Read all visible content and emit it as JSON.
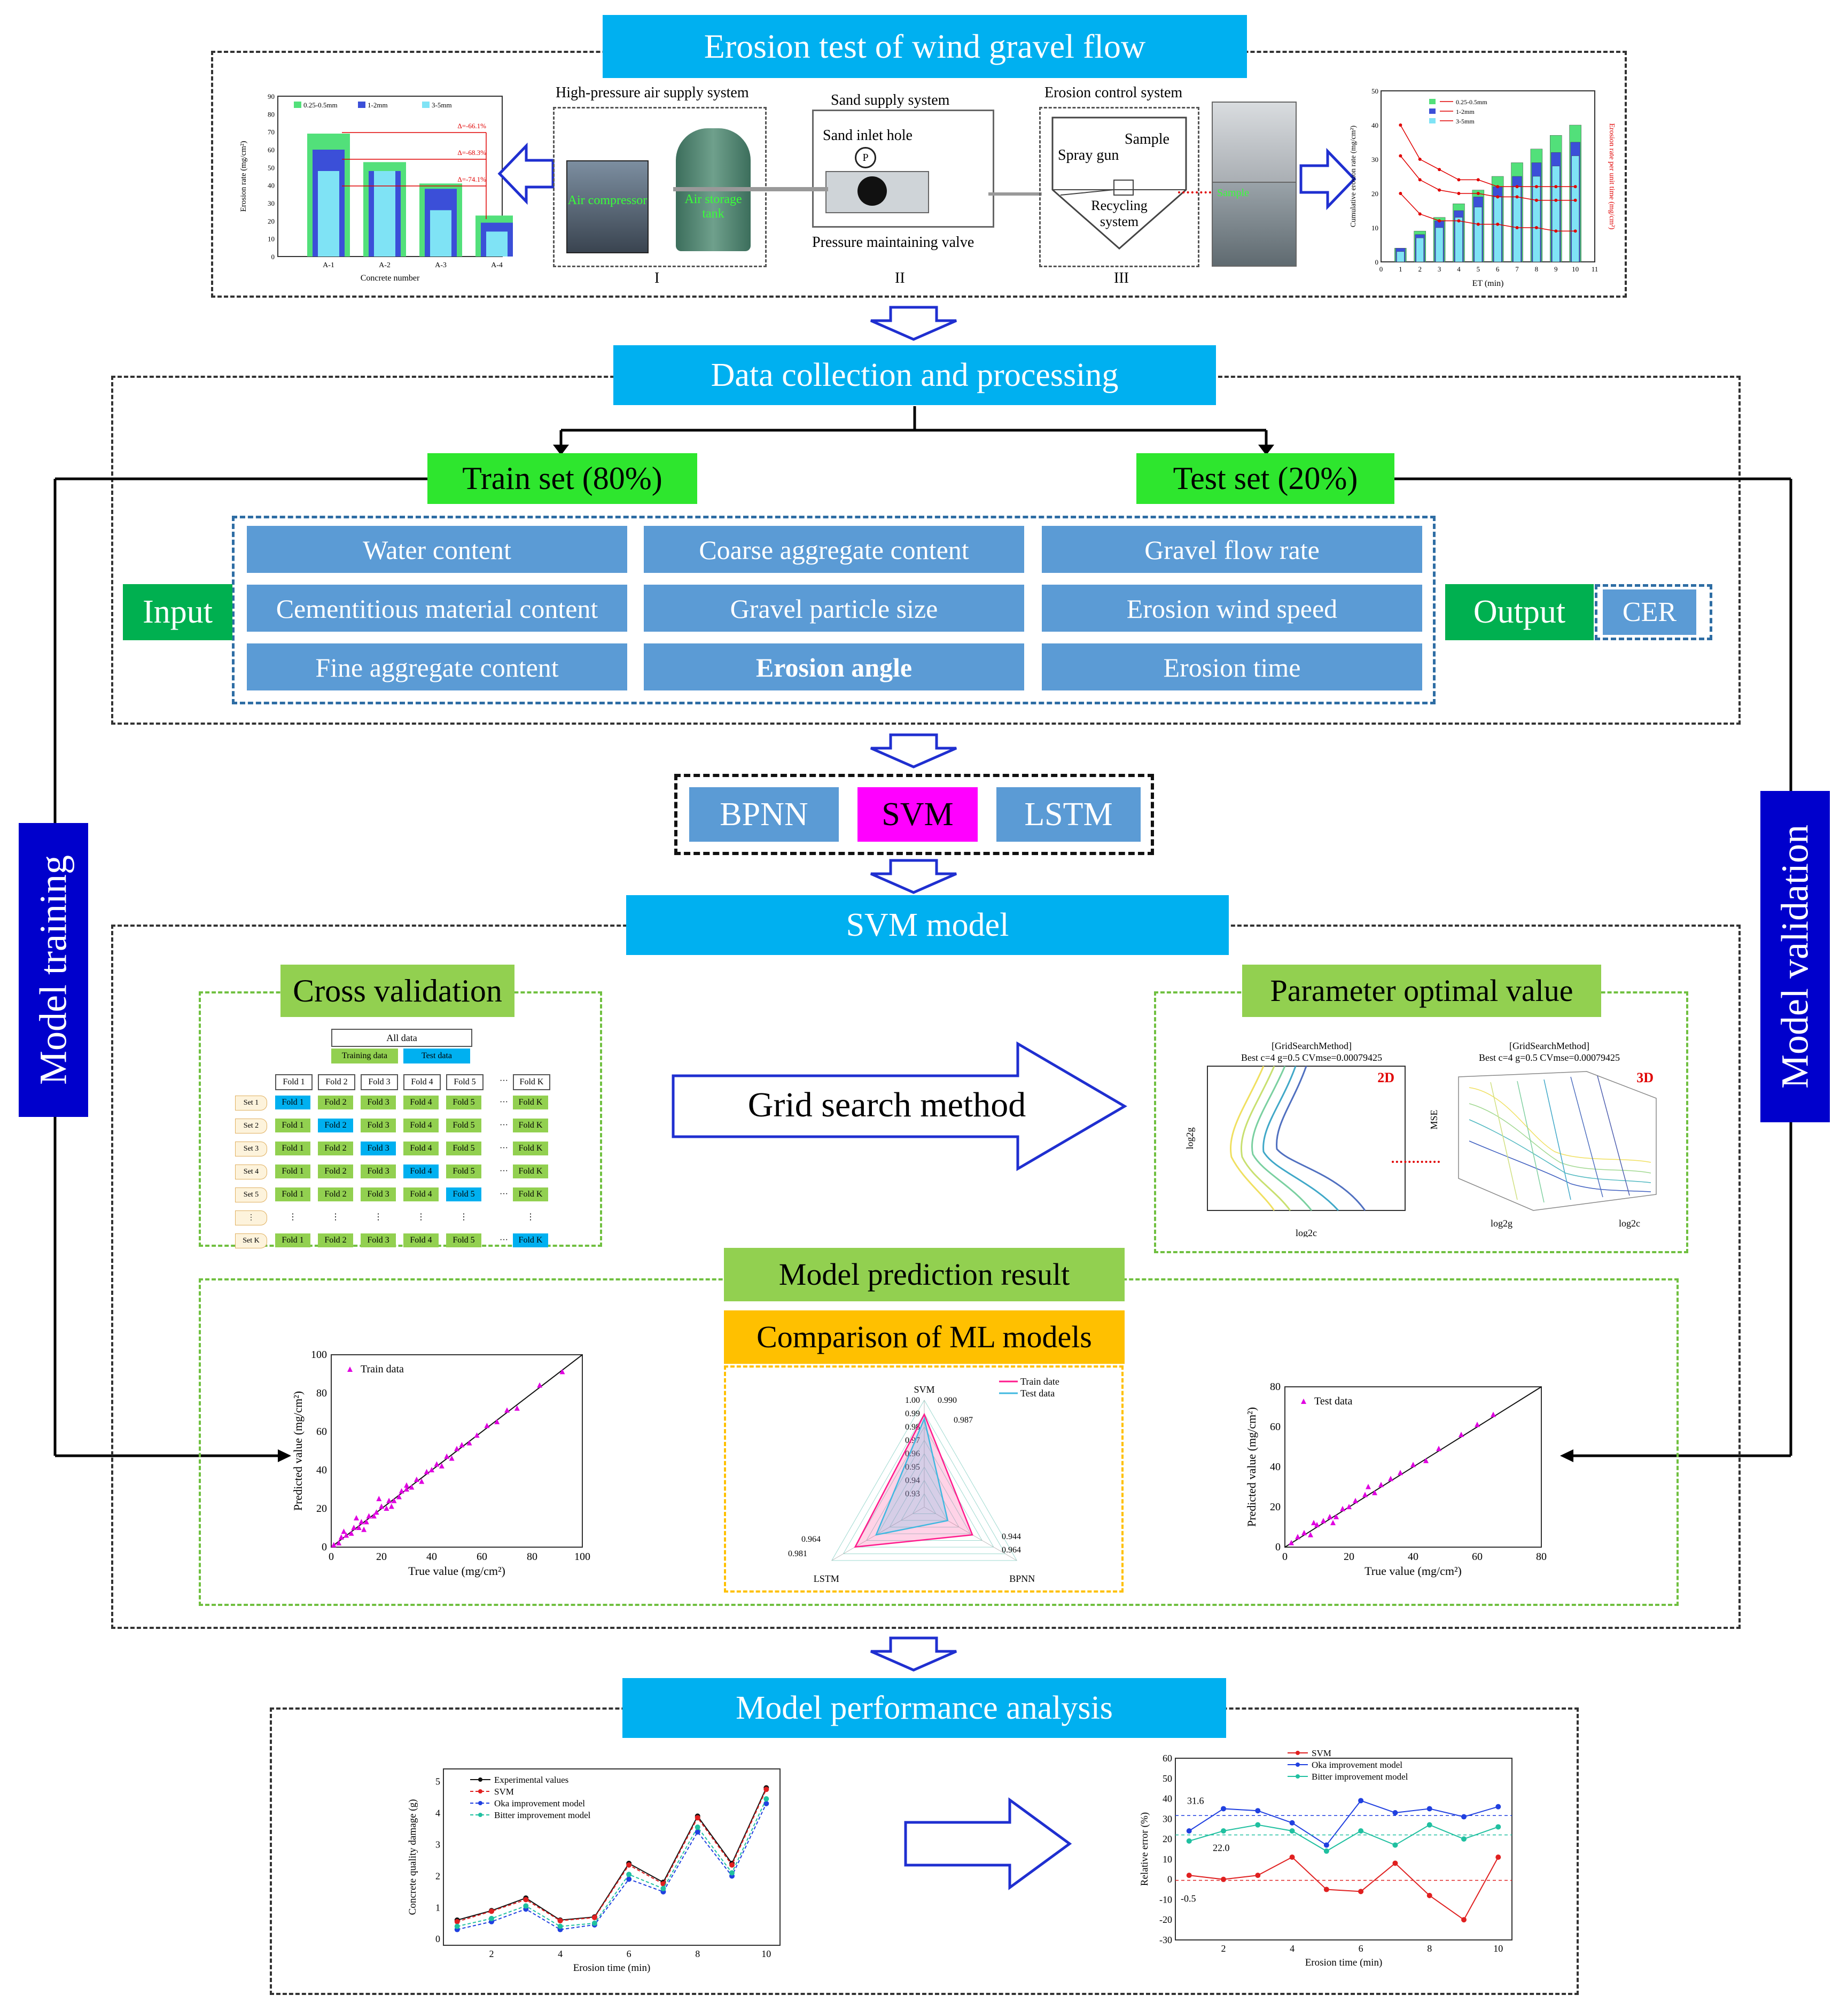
{
  "sections": {
    "erosion_test": "Erosion test of wind gravel flow",
    "data_collection": "Data collection and processing",
    "svm_model": "SVM model",
    "performance": "Model performance analysis"
  },
  "erosion_test": {
    "air_supply": "High-pressure air supply system",
    "sand_supply": "Sand supply system",
    "erosion_control": "Erosion control system",
    "air_compressor": "Air compressor",
    "air_storage": "Air storage tank",
    "sand_inlet": "Sand inlet hole",
    "pressure_valve": "Pressure maintaining valve",
    "spray_gun": "Spray gun",
    "sample": "Sample",
    "recycling": "Recycling system",
    "roman": [
      "I",
      "II",
      "III"
    ],
    "left_chart": {
      "legend": [
        "0.25-0.5mm",
        "1-2mm",
        "3-5mm"
      ],
      "ylabel": "Erosion rate (mg/cm²)",
      "xlabel": "Concrete number",
      "categories": [
        "A-1",
        "A-2",
        "A-3",
        "A-4"
      ],
      "deltas": [
        "Δ=-66.1%",
        "Δ=-68.3%",
        "Δ=-74.1%"
      ],
      "yticks": [
        "0",
        "10",
        "20",
        "30",
        "40",
        "50",
        "60",
        "70",
        "80",
        "90"
      ]
    },
    "right_chart": {
      "legend": [
        "0.25-0.5mm",
        "1-2mm",
        "3-5mm"
      ],
      "ylabel": "Cumulative erosion rate (mg/cm²)",
      "ylabel2": "Erosion rate per unit time (mg/cm²)",
      "xlabel": "ET (min)",
      "xticks": [
        "0",
        "1",
        "2",
        "3",
        "4",
        "5",
        "6",
        "7",
        "8",
        "9",
        "10",
        "11"
      ],
      "yticks": [
        "0",
        "10",
        "20",
        "30",
        "40",
        "50"
      ]
    }
  },
  "data_collection": {
    "train_set": "Train set (80%)",
    "test_set": "Test set (20%)",
    "input": "Input",
    "output": "Output",
    "output_value": "CER",
    "features": [
      "Water content",
      "Coarse aggregate content",
      "Gravel flow rate",
      "Cementitious material content",
      "Gravel particle size",
      "Erosion wind speed",
      "Fine aggregate content",
      "Erosion angle",
      "Erosion time"
    ]
  },
  "models": [
    "BPNN",
    "SVM",
    "LSTM"
  ],
  "side_labels": {
    "left": "Model training",
    "right": "Model validation"
  },
  "svm": {
    "cross_validation": "Cross validation",
    "parameter_optimal": "Parameter optimal value",
    "grid_search": "Grid search method",
    "all_data": "All data",
    "training_data": "Training data",
    "test_data": "Test data",
    "folds": [
      "Fold 1",
      "Fold 2",
      "Fold 3",
      "Fold 4",
      "Fold 5",
      "···",
      "Fold K"
    ],
    "sets": [
      "Set 1",
      "Set 2",
      "Set 3",
      "Set 4",
      "Set 5",
      "⋮",
      "Set K"
    ],
    "grid_title": "[GridSearchMethod]",
    "grid_best": "Best c=4 g=0.5 CVmse=0.00079425",
    "label_2d": "2D",
    "label_3d": "3D",
    "axis_log2c": "log2c",
    "axis_log2g": "log2g",
    "axis_mse": "MSE",
    "prediction_result": "Model prediction result",
    "comparison": "Comparison of ML models"
  },
  "chart_data": [
    {
      "type": "scatter",
      "title": "",
      "xlabel": "True value (mg/cm²)",
      "ylabel": "Predicted value (mg/cm²)",
      "legend": "Train data",
      "xlim": [
        0,
        100
      ],
      "ylim": [
        0,
        100
      ],
      "ticks": [
        "0",
        "20",
        "40",
        "60",
        "80",
        "100"
      ],
      "points": [
        [
          1,
          1
        ],
        [
          3,
          2
        ],
        [
          4,
          5
        ],
        [
          6,
          6
        ],
        [
          8,
          7
        ],
        [
          9,
          10
        ],
        [
          11,
          10
        ],
        [
          12,
          13
        ],
        [
          14,
          13
        ],
        [
          15,
          16
        ],
        [
          17,
          16
        ],
        [
          18,
          18
        ],
        [
          20,
          21
        ],
        [
          22,
          20
        ],
        [
          23,
          24
        ],
        [
          25,
          24
        ],
        [
          27,
          26
        ],
        [
          28,
          29
        ],
        [
          30,
          30
        ],
        [
          32,
          31
        ],
        [
          34,
          35
        ],
        [
          36,
          34
        ],
        [
          38,
          39
        ],
        [
          40,
          40
        ],
        [
          42,
          43
        ],
        [
          44,
          42
        ],
        [
          46,
          47
        ],
        [
          48,
          46
        ],
        [
          50,
          51
        ],
        [
          52,
          53
        ],
        [
          55,
          54
        ],
        [
          58,
          58
        ],
        [
          62,
          63
        ],
        [
          66,
          65
        ],
        [
          70,
          71
        ],
        [
          74,
          72
        ],
        [
          83,
          84
        ],
        [
          92,
          91
        ],
        [
          10,
          15
        ],
        [
          13,
          9
        ],
        [
          19,
          25
        ],
        [
          5,
          8
        ],
        [
          30,
          32
        ],
        [
          24,
          21
        ]
      ]
    },
    {
      "type": "radar",
      "title": "",
      "axes": [
        "SVM",
        "BPNN",
        "LSTM"
      ],
      "series": [
        {
          "name": "Train date",
          "values": [
            0.99,
            0.964,
            0.981
          ]
        },
        {
          "name": "Test data",
          "values": [
            0.987,
            0.944,
            0.964
          ]
        }
      ],
      "rticks": [
        "0.93",
        "0.94",
        "0.95",
        "0.96",
        "0.97",
        "0.98",
        "0.99",
        "1.00"
      ],
      "value_labels": [
        "0.990",
        "0.987",
        "0.944",
        "0.964",
        "0.964",
        "0.981"
      ]
    },
    {
      "type": "scatter",
      "title": "",
      "xlabel": "True value (mg/cm²)",
      "ylabel": "Predicted value (mg/cm²)",
      "legend": "Test data",
      "xlim": [
        0,
        80
      ],
      "ylim": [
        0,
        80
      ],
      "ticks": [
        "0",
        "20",
        "40",
        "60",
        "80"
      ],
      "points": [
        [
          2,
          2
        ],
        [
          4,
          5
        ],
        [
          6,
          7
        ],
        [
          8,
          6
        ],
        [
          10,
          11
        ],
        [
          12,
          13
        ],
        [
          14,
          15
        ],
        [
          16,
          15
        ],
        [
          18,
          19
        ],
        [
          20,
          20
        ],
        [
          22,
          23
        ],
        [
          25,
          26
        ],
        [
          28,
          27
        ],
        [
          30,
          31
        ],
        [
          33,
          34
        ],
        [
          36,
          37
        ],
        [
          40,
          41
        ],
        [
          44,
          43
        ],
        [
          48,
          49
        ],
        [
          55,
          56
        ],
        [
          60,
          61
        ],
        [
          65,
          66
        ],
        [
          9,
          12
        ],
        [
          15,
          12
        ],
        [
          26,
          30
        ]
      ]
    },
    {
      "type": "line",
      "title": "",
      "xlabel": "Erosion time (min)",
      "ylabel": "Concrete quality damage (g)",
      "x": [
        1,
        2,
        3,
        4,
        5,
        6,
        7,
        8,
        9,
        10
      ],
      "xticks": [
        "2",
        "4",
        "6",
        "8",
        "10"
      ],
      "yticks": [
        "0",
        "1",
        "2",
        "3",
        "4",
        "5"
      ],
      "series": [
        {
          "name": "Experimental values",
          "values": [
            0.6,
            0.9,
            1.3,
            0.6,
            0.7,
            2.4,
            1.8,
            3.9,
            2.4,
            4.8
          ]
        },
        {
          "name": "SVM",
          "values": [
            0.55,
            0.88,
            1.25,
            0.58,
            0.68,
            2.35,
            1.75,
            3.85,
            2.35,
            4.75
          ]
        },
        {
          "name": "Oka improvement model",
          "values": [
            0.3,
            0.55,
            0.95,
            0.3,
            0.45,
            1.9,
            1.5,
            3.4,
            2.0,
            4.3
          ]
        },
        {
          "name": "Bitter improvement model",
          "values": [
            0.4,
            0.65,
            1.05,
            0.4,
            0.5,
            2.05,
            1.6,
            3.55,
            2.1,
            4.45
          ]
        }
      ]
    },
    {
      "type": "line",
      "title": "",
      "xlabel": "Erosion time (min)",
      "ylabel": "Relative error (%)",
      "x": [
        1,
        2,
        3,
        4,
        5,
        6,
        7,
        8,
        9,
        10
      ],
      "xticks": [
        "2",
        "4",
        "6",
        "8",
        "10"
      ],
      "yticks": [
        "-30",
        "-20",
        "-10",
        "0",
        "10",
        "20",
        "30",
        "40",
        "50",
        "60"
      ],
      "annotations": [
        "31.6",
        "22.0",
        "-0.5"
      ],
      "series": [
        {
          "name": "SVM",
          "values": [
            2,
            0,
            2,
            11,
            -5,
            -6,
            8,
            -8,
            -20,
            11
          ]
        },
        {
          "name": "Oka improvement model",
          "values": [
            24,
            35,
            34,
            28,
            17,
            39,
            33,
            35,
            31,
            36
          ]
        },
        {
          "name": "Bitter improvement model",
          "values": [
            19,
            24,
            27,
            24,
            14,
            24,
            17,
            27,
            20,
            26
          ]
        }
      ]
    }
  ]
}
